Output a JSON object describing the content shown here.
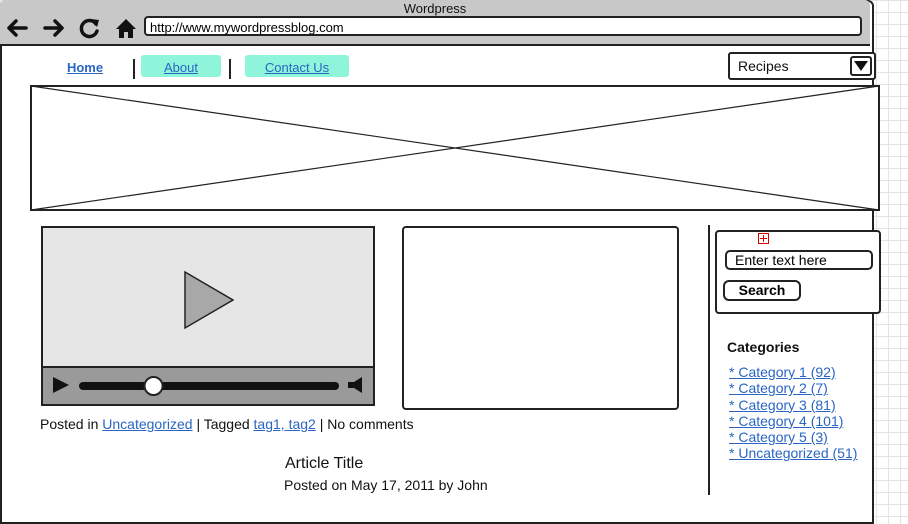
{
  "window": {
    "title": "Wordpress",
    "url": "http://www.mywordpressblog.com"
  },
  "nav_buttons": [
    "back-icon",
    "forward-icon",
    "reload-icon",
    "home-icon"
  ],
  "menu": {
    "home": "Home",
    "about": "About",
    "contact": "Contact Us"
  },
  "dropdown": {
    "selected": "Recipes"
  },
  "post": {
    "posted_in_label": "Posted in",
    "category": "Uncategorized",
    "tagged_label": "| Tagged",
    "tags": "tag1, tag2",
    "comments": "| No comments",
    "title": "Article Title",
    "byline": "Posted on May 17, 2011 by John"
  },
  "video": {
    "progress": 0.28
  },
  "search": {
    "placeholder": "Enter text here",
    "button": "Search"
  },
  "categories": {
    "heading": "Categories",
    "items": [
      "* Category 1 (92)",
      "* Category 2 (7)",
      "* Category 3 (81)",
      "* Category 4 (101)",
      "* Category 5 (3)",
      "* Uncategorized (51)"
    ]
  },
  "colors": {
    "tab_highlight": "#8ff5da",
    "link": "#2a65c4",
    "chrome": "#c8c8c8",
    "add_icon": "#d40000"
  }
}
